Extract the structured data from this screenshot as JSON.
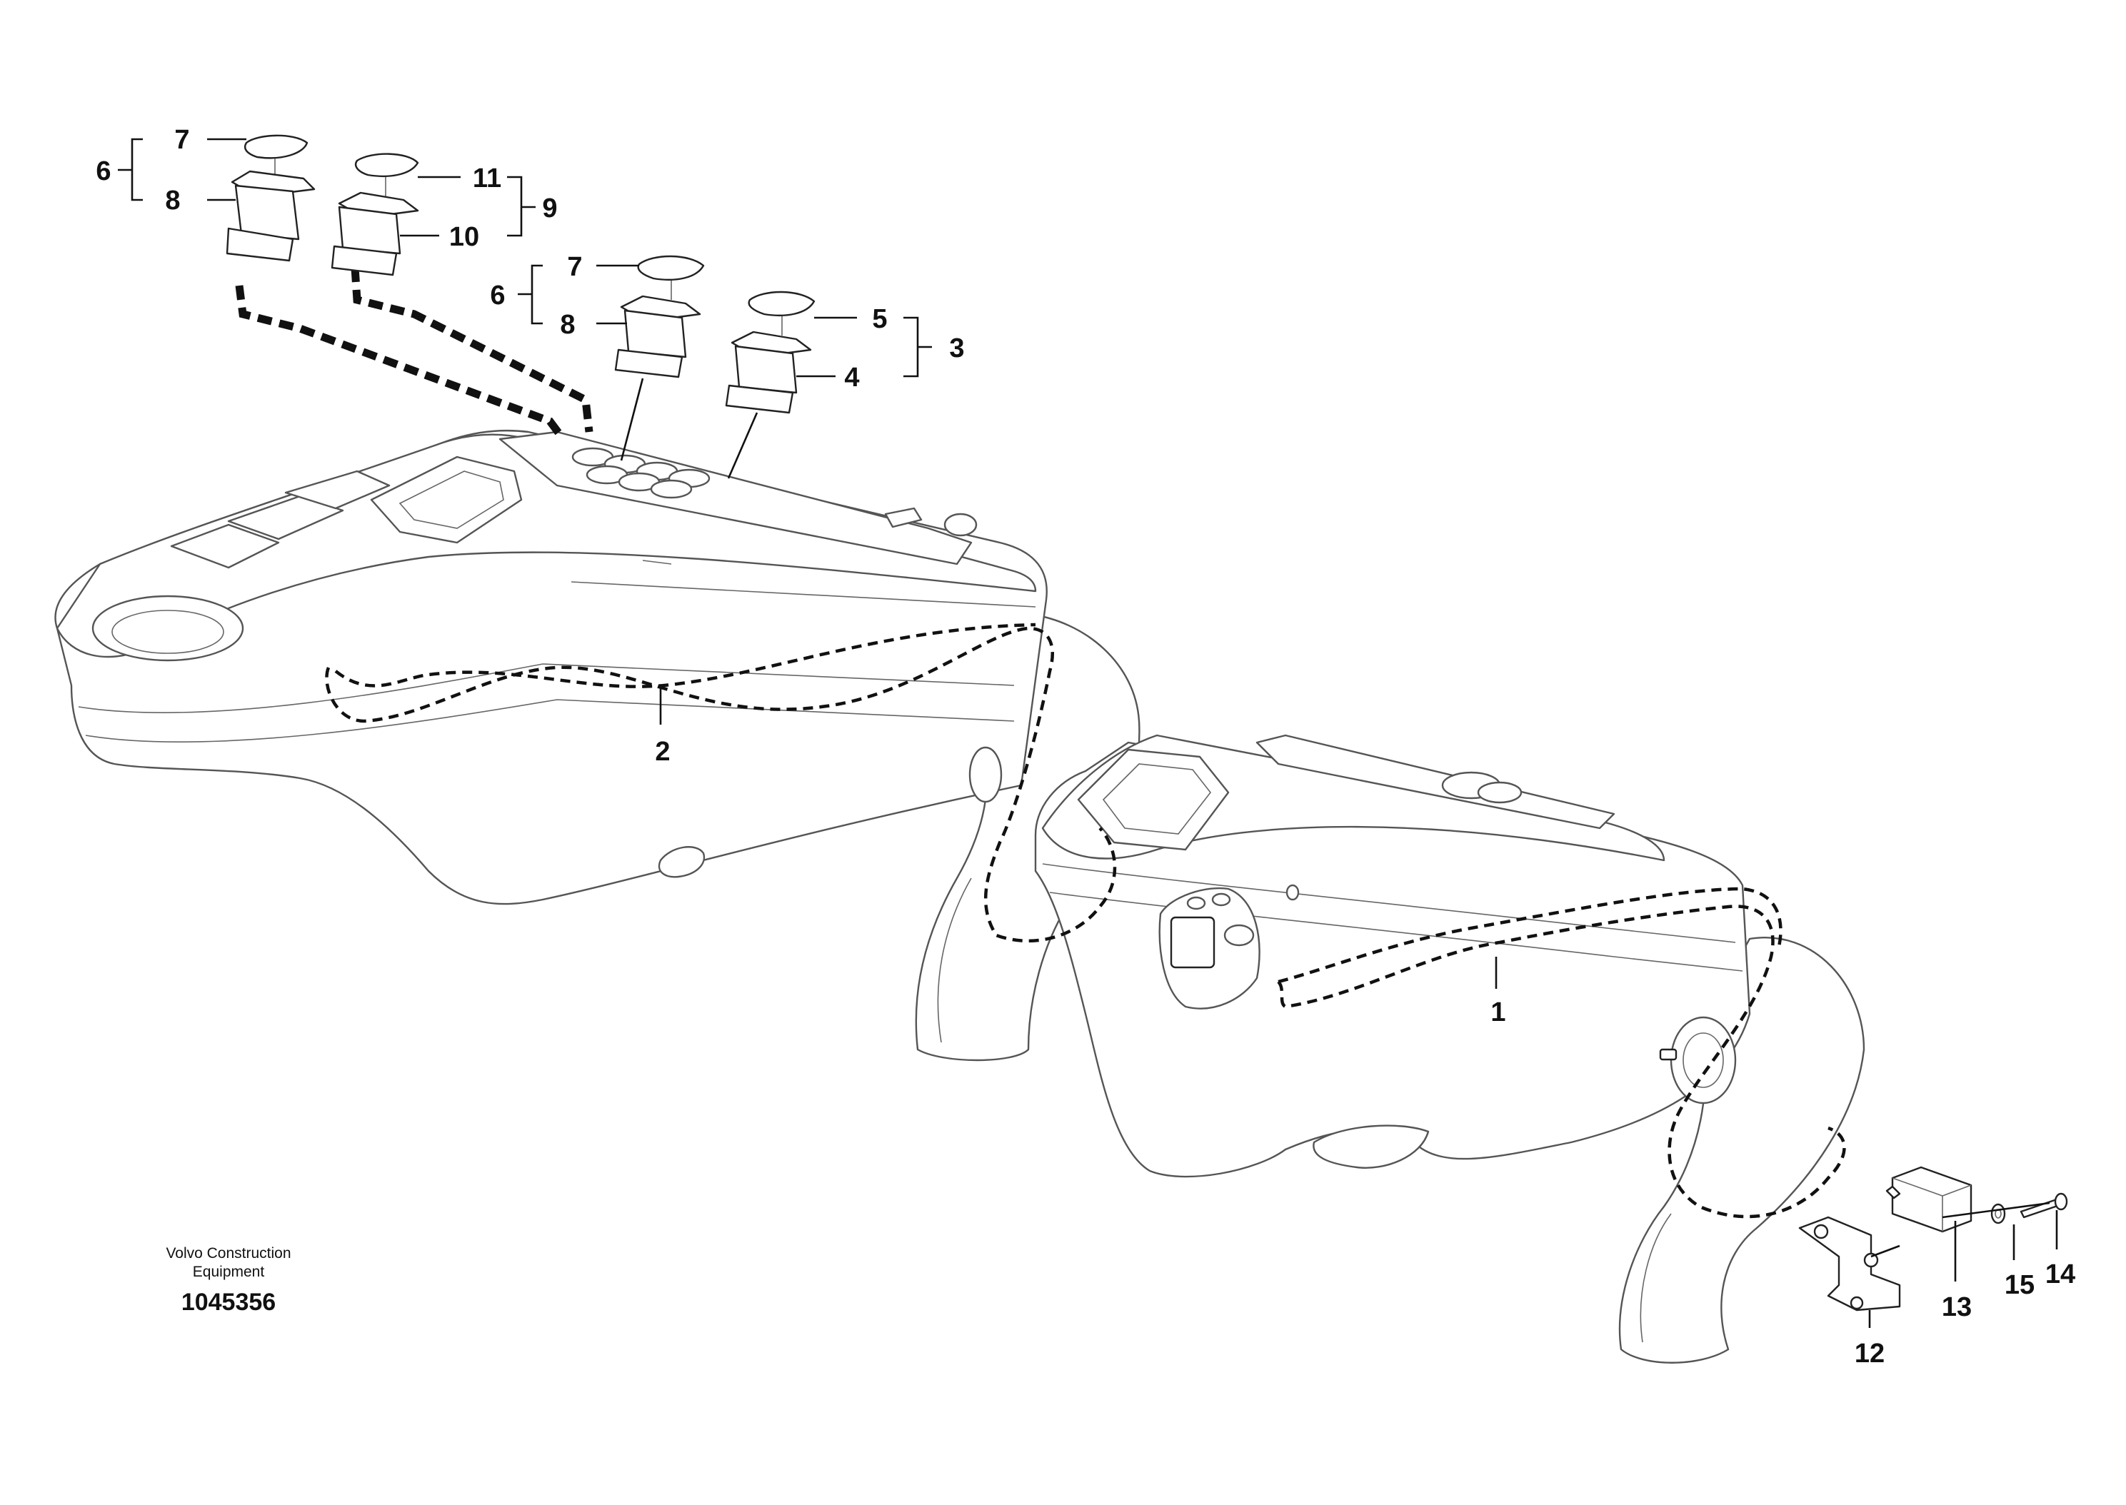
{
  "diagram": {
    "callouts": {
      "c1": "1",
      "c2": "2",
      "c3": "3",
      "c4": "4",
      "c5": "5",
      "c6a": "6",
      "c6b": "6",
      "c7a": "7",
      "c7b": "7",
      "c8a": "8",
      "c8b": "8",
      "c9": "9",
      "c10": "10",
      "c11": "11",
      "c12": "12",
      "c13": "13",
      "c14": "14",
      "c15": "15"
    },
    "brand_line1": "Volvo Construction",
    "brand_line2": "Equipment",
    "document_number": "1045356"
  }
}
